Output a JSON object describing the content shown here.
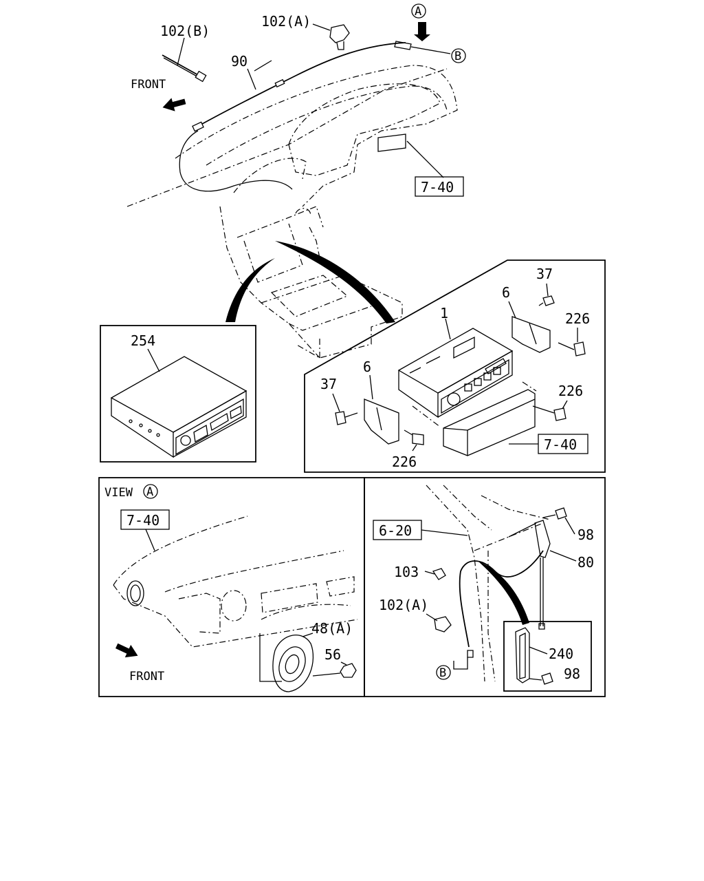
{
  "labels": {
    "p102b": "102(B)",
    "p102a_top": "102(A)",
    "circA_top": "A",
    "circB_top": "B",
    "p90": "90",
    "front_top": "FRONT",
    "ref740_top": "7-40",
    "p37_right": "37",
    "p6_right": "6",
    "p226_right_top": "226",
    "p1": "1",
    "p37_left": "37",
    "p6_left": "6",
    "p226_right_mid": "226",
    "ref740_mid": "7-40",
    "p226_bottom": "226",
    "p254": "254",
    "view": "VIEW",
    "circA_view": "A",
    "ref740_view": "7-40",
    "p48a": "48(A)",
    "p56": "56",
    "front_bottom": "FRONT",
    "ref620": "6-20",
    "p98_top": "98",
    "p80": "80",
    "p103": "103",
    "p102a_bottom": "102(A)",
    "p240": "240",
    "p98_bottom": "98",
    "circB_bottom": "B"
  }
}
